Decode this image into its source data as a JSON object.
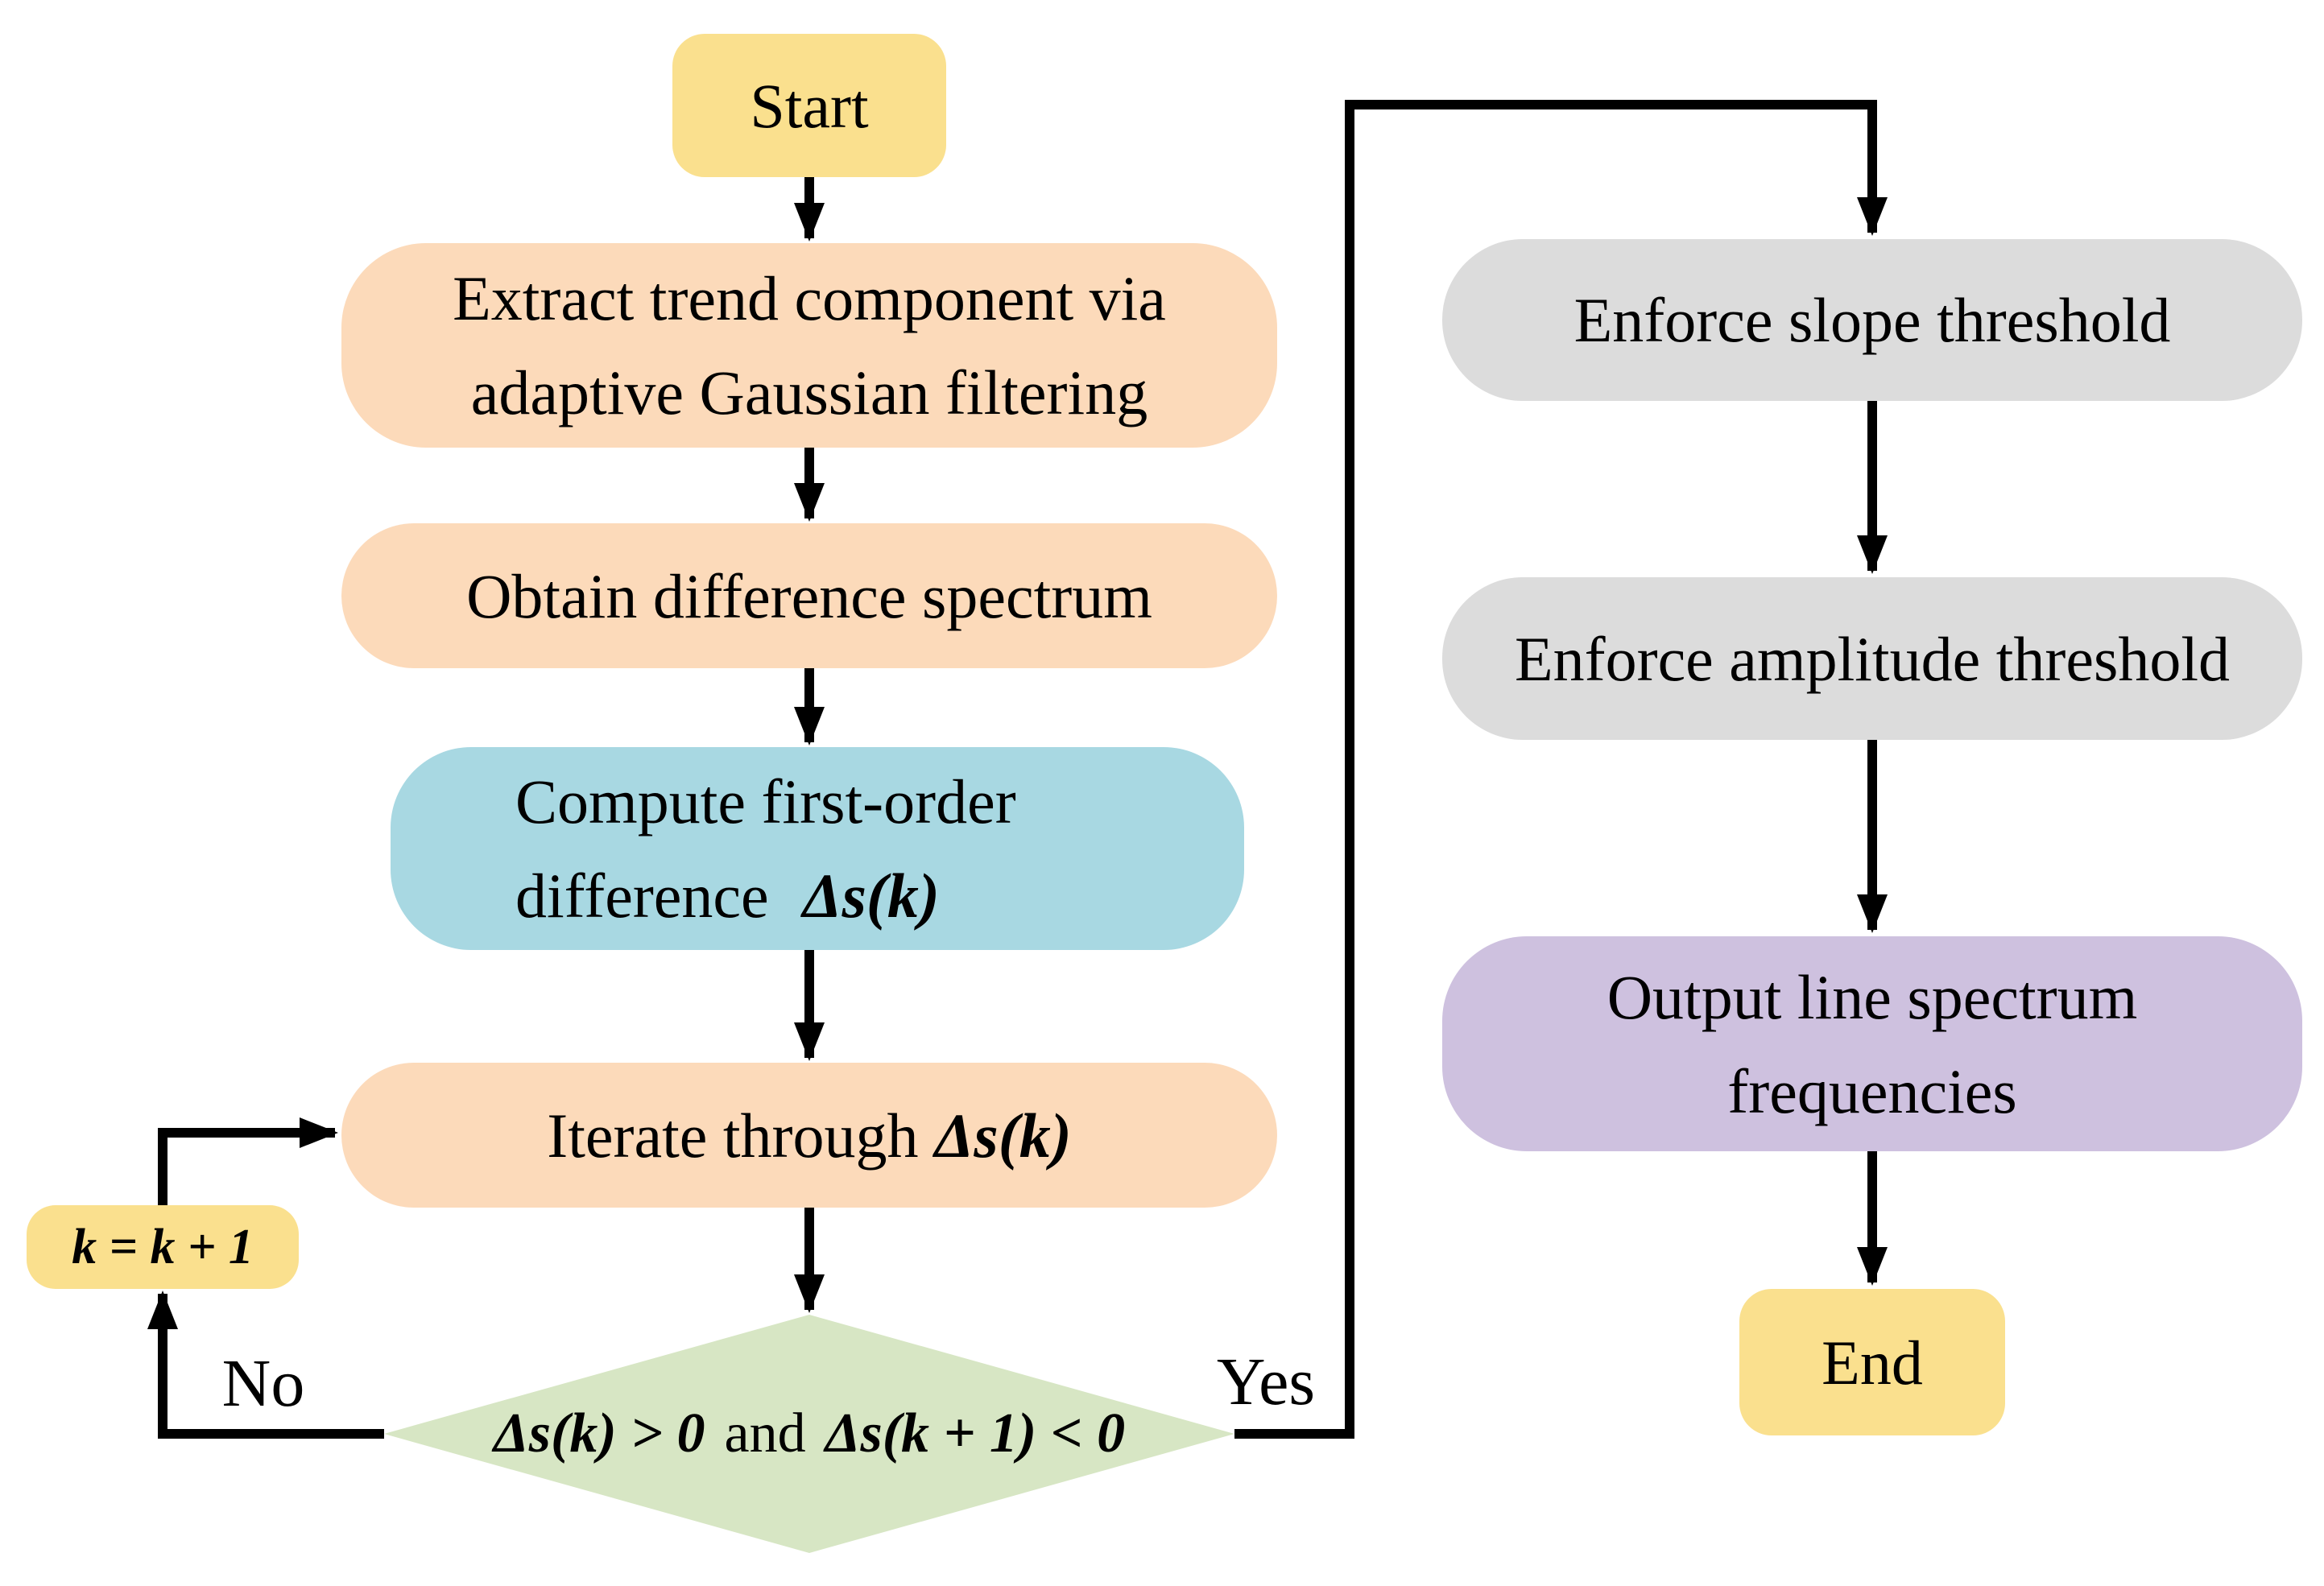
{
  "colors": {
    "yellow": "#FAE08E",
    "peach": "#FCDABA",
    "blue": "#A8D8E2",
    "green": "#D7E6C4",
    "gray": "#DCDCDC",
    "purple": "#CEC1DF",
    "edge": "#000000"
  },
  "nodes": {
    "start": {
      "label": "Start",
      "fill": "#FAE08E"
    },
    "extract": {
      "line1": "Extract trend component via",
      "line2": "adaptive Gaussian filtering",
      "fill": "#FCDABA"
    },
    "obtain": {
      "label": "Obtain difference spectrum",
      "fill": "#FCDABA"
    },
    "compute": {
      "line1": "Compute first-order",
      "line2_text": "difference",
      "line2_math": "Δs(k)",
      "fill": "#A8D8E2"
    },
    "iterate": {
      "text": "Iterate through",
      "math": "Δs(k)",
      "fill": "#FCDABA"
    },
    "decision": {
      "math1": "Δs(k) > 0",
      "mid": "and",
      "math2": "Δs(k + 1) < 0",
      "fill": "#D7E6C4"
    },
    "kupdate": {
      "math": "k = k + 1",
      "fill": "#FAE08E"
    },
    "slope": {
      "label": "Enforce slope threshold",
      "fill": "#DCDCDC"
    },
    "amplitude": {
      "label": "Enforce amplitude threshold",
      "fill": "#DCDCDC"
    },
    "output": {
      "line1": "Output line spectrum",
      "line2": "frequencies",
      "fill": "#CEC1DF"
    },
    "end": {
      "label": "End",
      "fill": "#FAE08E"
    }
  },
  "edges": {
    "no_label": "No",
    "yes_label": "Yes"
  }
}
